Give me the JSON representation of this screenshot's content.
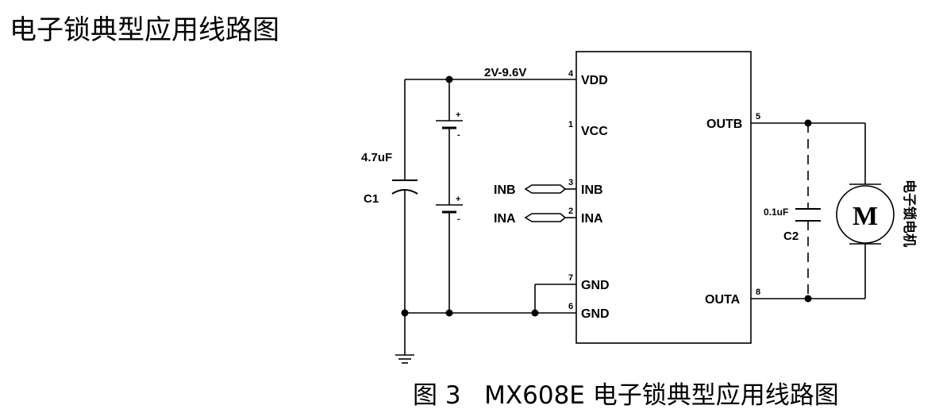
{
  "title": "电子锁典型应用线路图",
  "caption": {
    "figure_no": "图 3",
    "text": "MX608E 电子锁典型应用线路图"
  },
  "chip": {
    "pins_left": [
      {
        "num": "4",
        "name": "VDD"
      },
      {
        "num": "1",
        "name": "VCC"
      },
      {
        "num": "3",
        "name": "INB"
      },
      {
        "num": "2",
        "name": "INA"
      },
      {
        "num": "7",
        "name": "GND"
      },
      {
        "num": "6",
        "name": "GND"
      }
    ],
    "pins_right": [
      {
        "num": "5",
        "name": "OUTB"
      },
      {
        "num": "8",
        "name": "OUTA"
      }
    ]
  },
  "supply_label": "2V-9.6V",
  "c1": {
    "value": "4.7uF",
    "name": "C1"
  },
  "c2": {
    "value": "0.1uF",
    "name": "C2"
  },
  "inputs": {
    "inb": "INB",
    "ina": "INA"
  },
  "motor": {
    "symbol": "M",
    "label": "电子锁电机"
  },
  "battery": {
    "plus": "+",
    "minus": "-"
  }
}
